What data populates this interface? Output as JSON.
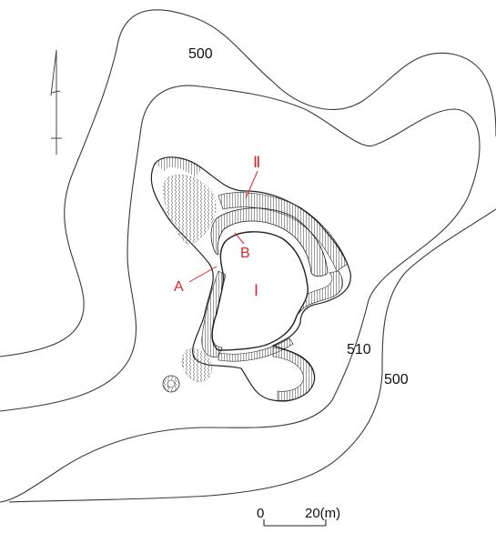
{
  "colors": {
    "contour": "#3a3a3a",
    "fort": "#222222",
    "red_labels": "#e0252b",
    "background": "#ffffff"
  },
  "contour_labels": {
    "upper_500": "500",
    "right_510": "510",
    "right_500": "500"
  },
  "site_labels": {
    "section_ii": "Ⅱ",
    "section_i": "Ⅰ",
    "point_a": "A",
    "point_b": "B"
  },
  "scale_bar": {
    "start": "0",
    "end": "20(m)"
  },
  "icons": [
    "north-arrow-icon"
  ]
}
